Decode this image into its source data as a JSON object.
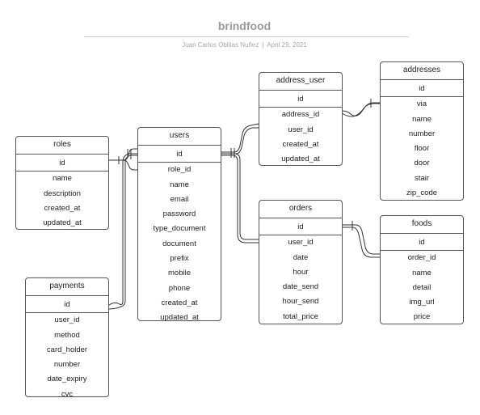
{
  "diagram": {
    "title": "brindfood",
    "author": "Juan Carlos Oblitas Nuñez",
    "date": "April 29, 2021",
    "separator": "|"
  },
  "entities": [
    {
      "key": "roles",
      "name": "roles",
      "fields": [
        "id",
        "name",
        "description",
        "created_at",
        "updated_at"
      ]
    },
    {
      "key": "payments",
      "name": "payments",
      "fields": [
        "id",
        "user_id",
        "method",
        "card_holder",
        "number",
        "date_expiry",
        "cvc"
      ]
    },
    {
      "key": "users",
      "name": "users",
      "fields": [
        "id",
        "role_id",
        "name",
        "email",
        "password",
        "type_document",
        "document",
        "prefix",
        "mobile",
        "phone",
        "created_at",
        "updated_at"
      ]
    },
    {
      "key": "address_user",
      "name": "address_user",
      "fields": [
        "id",
        "address_id",
        "user_id",
        "created_at",
        "updated_at"
      ]
    },
    {
      "key": "orders",
      "name": "orders",
      "fields": [
        "id",
        "user_id",
        "date",
        "hour",
        "date_send",
        "hour_send",
        "total_price"
      ]
    },
    {
      "key": "addresses",
      "name": "addresses",
      "fields": [
        "id",
        "via",
        "name",
        "number",
        "floor",
        "door",
        "stair",
        "zip_code"
      ]
    },
    {
      "key": "foods",
      "name": "foods",
      "fields": [
        "id",
        "order_id",
        "name",
        "detail",
        "img_url",
        "price"
      ]
    }
  ]
}
